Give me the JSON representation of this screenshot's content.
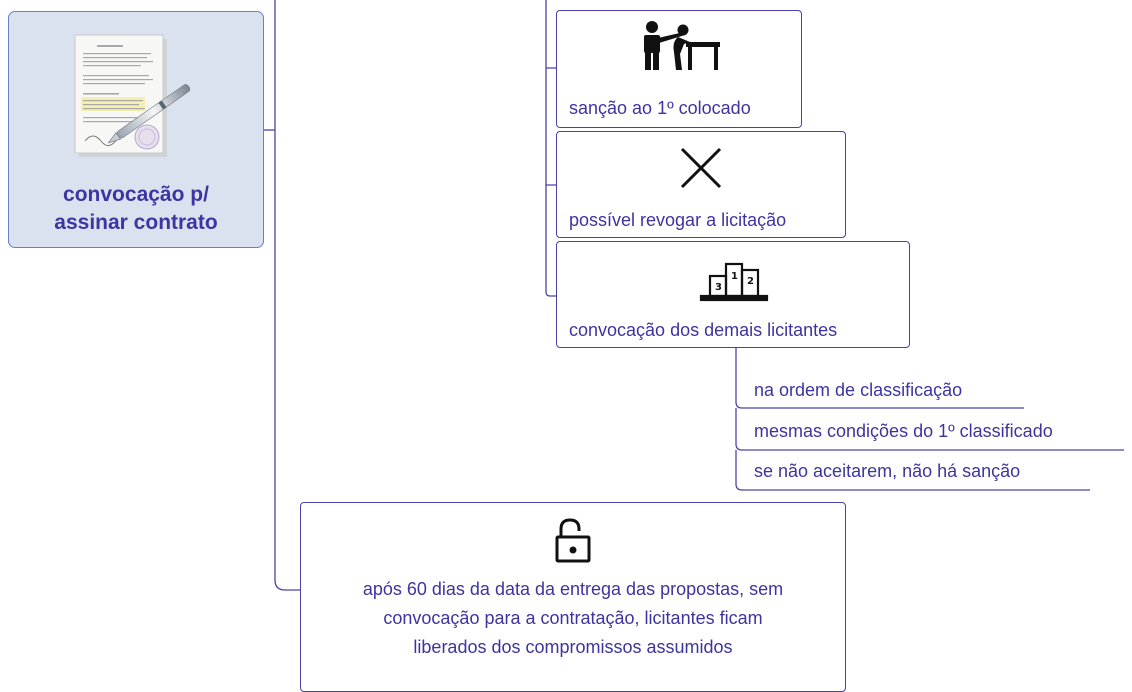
{
  "root": {
    "title_line1": "convocação p/",
    "title_line2": "assinar contrato",
    "image": "signed-contract-document-with-pen",
    "colors": {
      "fill": "#dbe2ef",
      "border": "#6b7ec2",
      "text": "#3e35a3"
    }
  },
  "branches": [
    {
      "icon": "teacher-punishing-student-icon",
      "label": "sanção ao 1º colocado"
    },
    {
      "icon": "close-x-icon",
      "label": "possível revogar a licitação"
    },
    {
      "icon": "podium-ranking-icon",
      "label": "convocação dos demais licitantes",
      "children": [
        "na ordem de classificação",
        "mesmas condições do 1º classificado",
        "se não aceitarem, não há sanção"
      ]
    }
  ],
  "bottom": {
    "icon": "unlocked-padlock-icon",
    "line1": "após 60 dias da data da entrega das propostas, sem",
    "line2": "convocação para a contratação, licitantes ficam",
    "line3": "liberados dos compromissos assumidos"
  },
  "colors": {
    "line": "#4a43a6",
    "text": "#3d34a0"
  }
}
